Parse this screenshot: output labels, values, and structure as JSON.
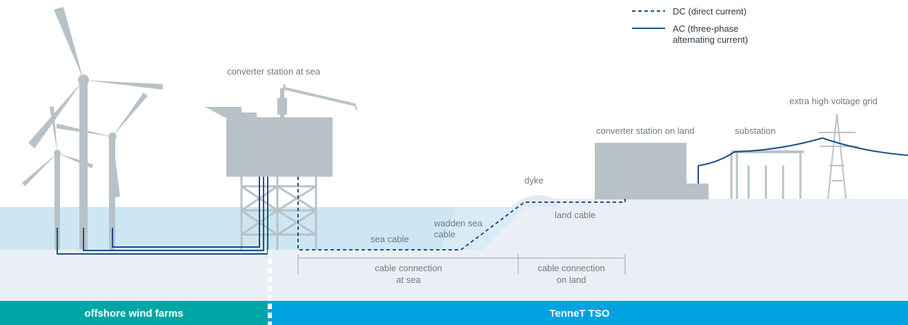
{
  "legend": {
    "dc_label": "DC (direct current)",
    "ac_label_line1": "AC (three-phase",
    "ac_label_line2": "alternating current)"
  },
  "labels": {
    "converter_sea": "converter station at sea",
    "converter_land": "converter station on land",
    "substation": "substation",
    "ehv_grid": "extra high voltage grid",
    "dyke": "dyke",
    "land_cable": "land cable",
    "wadden_line1": "wadden sea",
    "wadden_line2": "cable",
    "sea_cable": "sea cable",
    "conn_sea_line1": "cable connection",
    "conn_sea_line2": "at sea",
    "conn_land_line1": "cable connection",
    "conn_land_line2": "on land"
  },
  "footer": {
    "left": "offshore wind farms",
    "right": "TenneT TSO"
  },
  "colors": {
    "cable": "#1a4f8b",
    "footer_left": "#00a6a6",
    "footer_right": "#00a3e0",
    "sea": "#cde6f3",
    "ground": "#e9eff4",
    "structure": "#b7c2c8"
  }
}
